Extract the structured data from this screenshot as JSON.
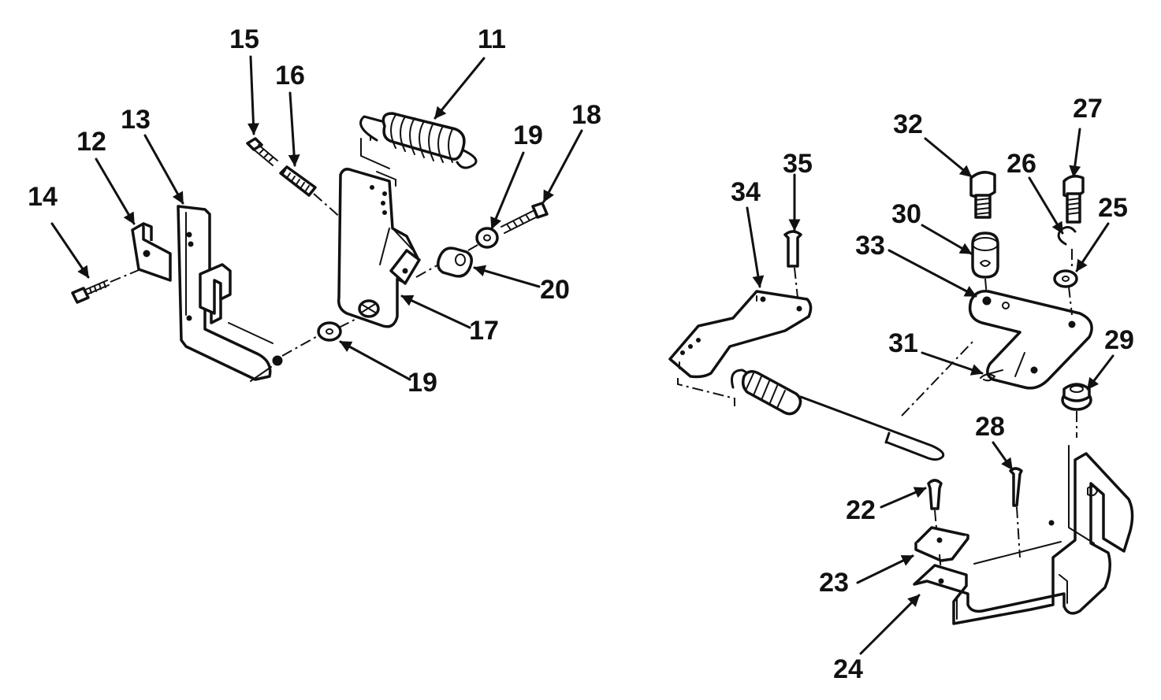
{
  "labels": {
    "l11": "11",
    "l12": "12",
    "l13": "13",
    "l14": "14",
    "l15": "15",
    "l16": "16",
    "l17": "17",
    "l18": "18",
    "l19a": "19",
    "l19b": "19",
    "l20": "20",
    "l22": "22",
    "l23": "23",
    "l24": "24",
    "l25": "25",
    "l26": "26",
    "l27": "27",
    "l28": "28",
    "l29": "29",
    "l30": "30",
    "l31": "31",
    "l32": "32",
    "l33": "33",
    "l34": "34",
    "l35": "35"
  }
}
